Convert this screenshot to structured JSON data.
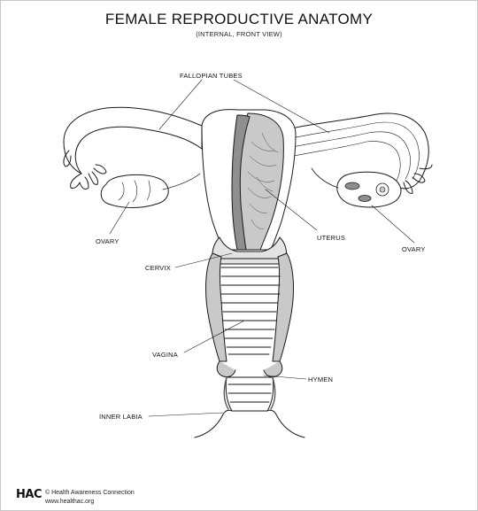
{
  "header": {
    "title": "FEMALE REPRODUCTIVE ANATOMY",
    "subtitle": "(INTERNAL, FRONT VIEW)"
  },
  "labels": {
    "fallopian_tubes": "FALLOPIAN TUBES",
    "ovary_left": "OVARY",
    "ovary_right": "OVARY",
    "uterus": "UTERUS",
    "cervix": "CERVIX",
    "vagina": "VAGINA",
    "hymen": "HYMEN",
    "inner_labia": "INNER LABIA"
  },
  "footer": {
    "logo": "HAC",
    "copyright": "© Health Awareness Connection",
    "url": "www.healthac.org"
  },
  "colors": {
    "line": "#1a1a1a",
    "tissue_gray": "#c9c9c9",
    "dark_gray": "#8f8f8f",
    "light_gray": "#e3e3e3"
  }
}
